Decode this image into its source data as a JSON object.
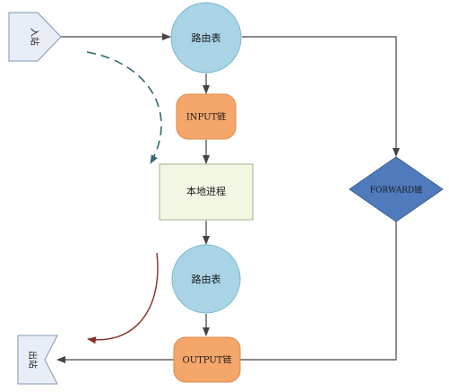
{
  "diagram": {
    "nodes": {
      "inbound": "入站",
      "routing_table_top": "路由表",
      "input_chain": "INPUT链",
      "local_process": "本地进程",
      "routing_table_bottom": "路由表",
      "output_chain": "OUTPUT链",
      "outbound": "出站",
      "forward_chain": "FORWARD链"
    },
    "colors": {
      "circle_fill": "#a8d4e6",
      "circle_stroke": "#7ab6cf",
      "chain_fill": "#f5a66a",
      "chain_stroke": "#d98a4c",
      "process_fill": "#f2f7e4",
      "process_stroke": "#9bb38c",
      "forward_fill": "#4f7bbd",
      "forward_stroke": "#3b5f94",
      "pentagon_fill": "#e9eef6",
      "pentagon_stroke": "#7f96b8",
      "arrow": "#444444",
      "dashed_arrow": "#2f6b73",
      "curved_arrow": "#8b2e22"
    }
  }
}
